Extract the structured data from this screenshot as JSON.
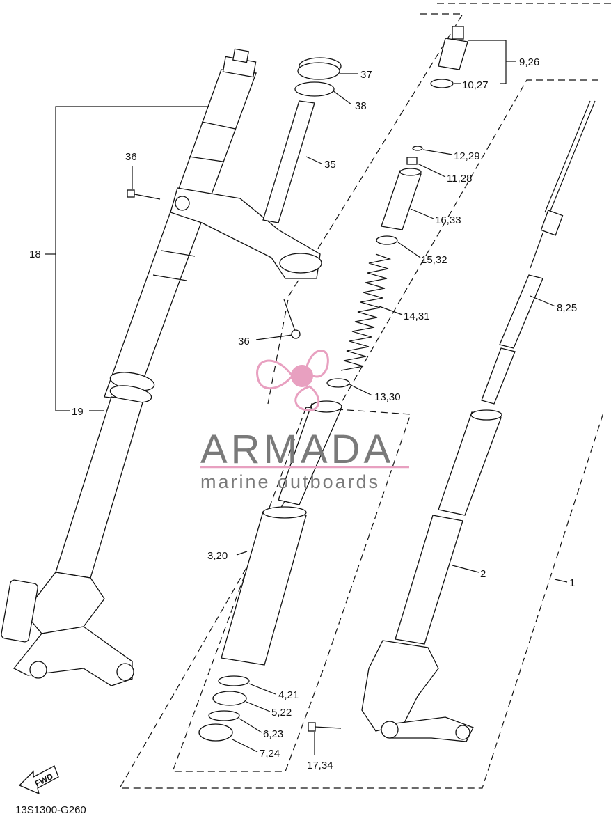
{
  "diagram": {
    "id": "13S1300-G260",
    "fwd_label": "FWD"
  },
  "watermark": {
    "brand": "ARMADA",
    "tagline": "marine outboards",
    "accent_color": "#e8a0c0",
    "text_color": "#7a7a7a"
  },
  "callouts": {
    "c1": "1",
    "c2": "2",
    "c3_20": "3,20",
    "c4_21": "4,21",
    "c5_22": "5,22",
    "c6_23": "6,23",
    "c7_24": "7,24",
    "c8_25": "8,25",
    "c9_26": "9,26",
    "c10_27": "10,27",
    "c11_28": "11,28",
    "c12_29": "12,29",
    "c13_30": "13,30",
    "c14_31": "14,31",
    "c15_32": "15,32",
    "c16_33": "16,33",
    "c17_34": "17,34",
    "c18": "18",
    "c19": "19",
    "c35": "35",
    "c36a": "36",
    "c36b": "36",
    "c37": "37",
    "c38": "38"
  }
}
